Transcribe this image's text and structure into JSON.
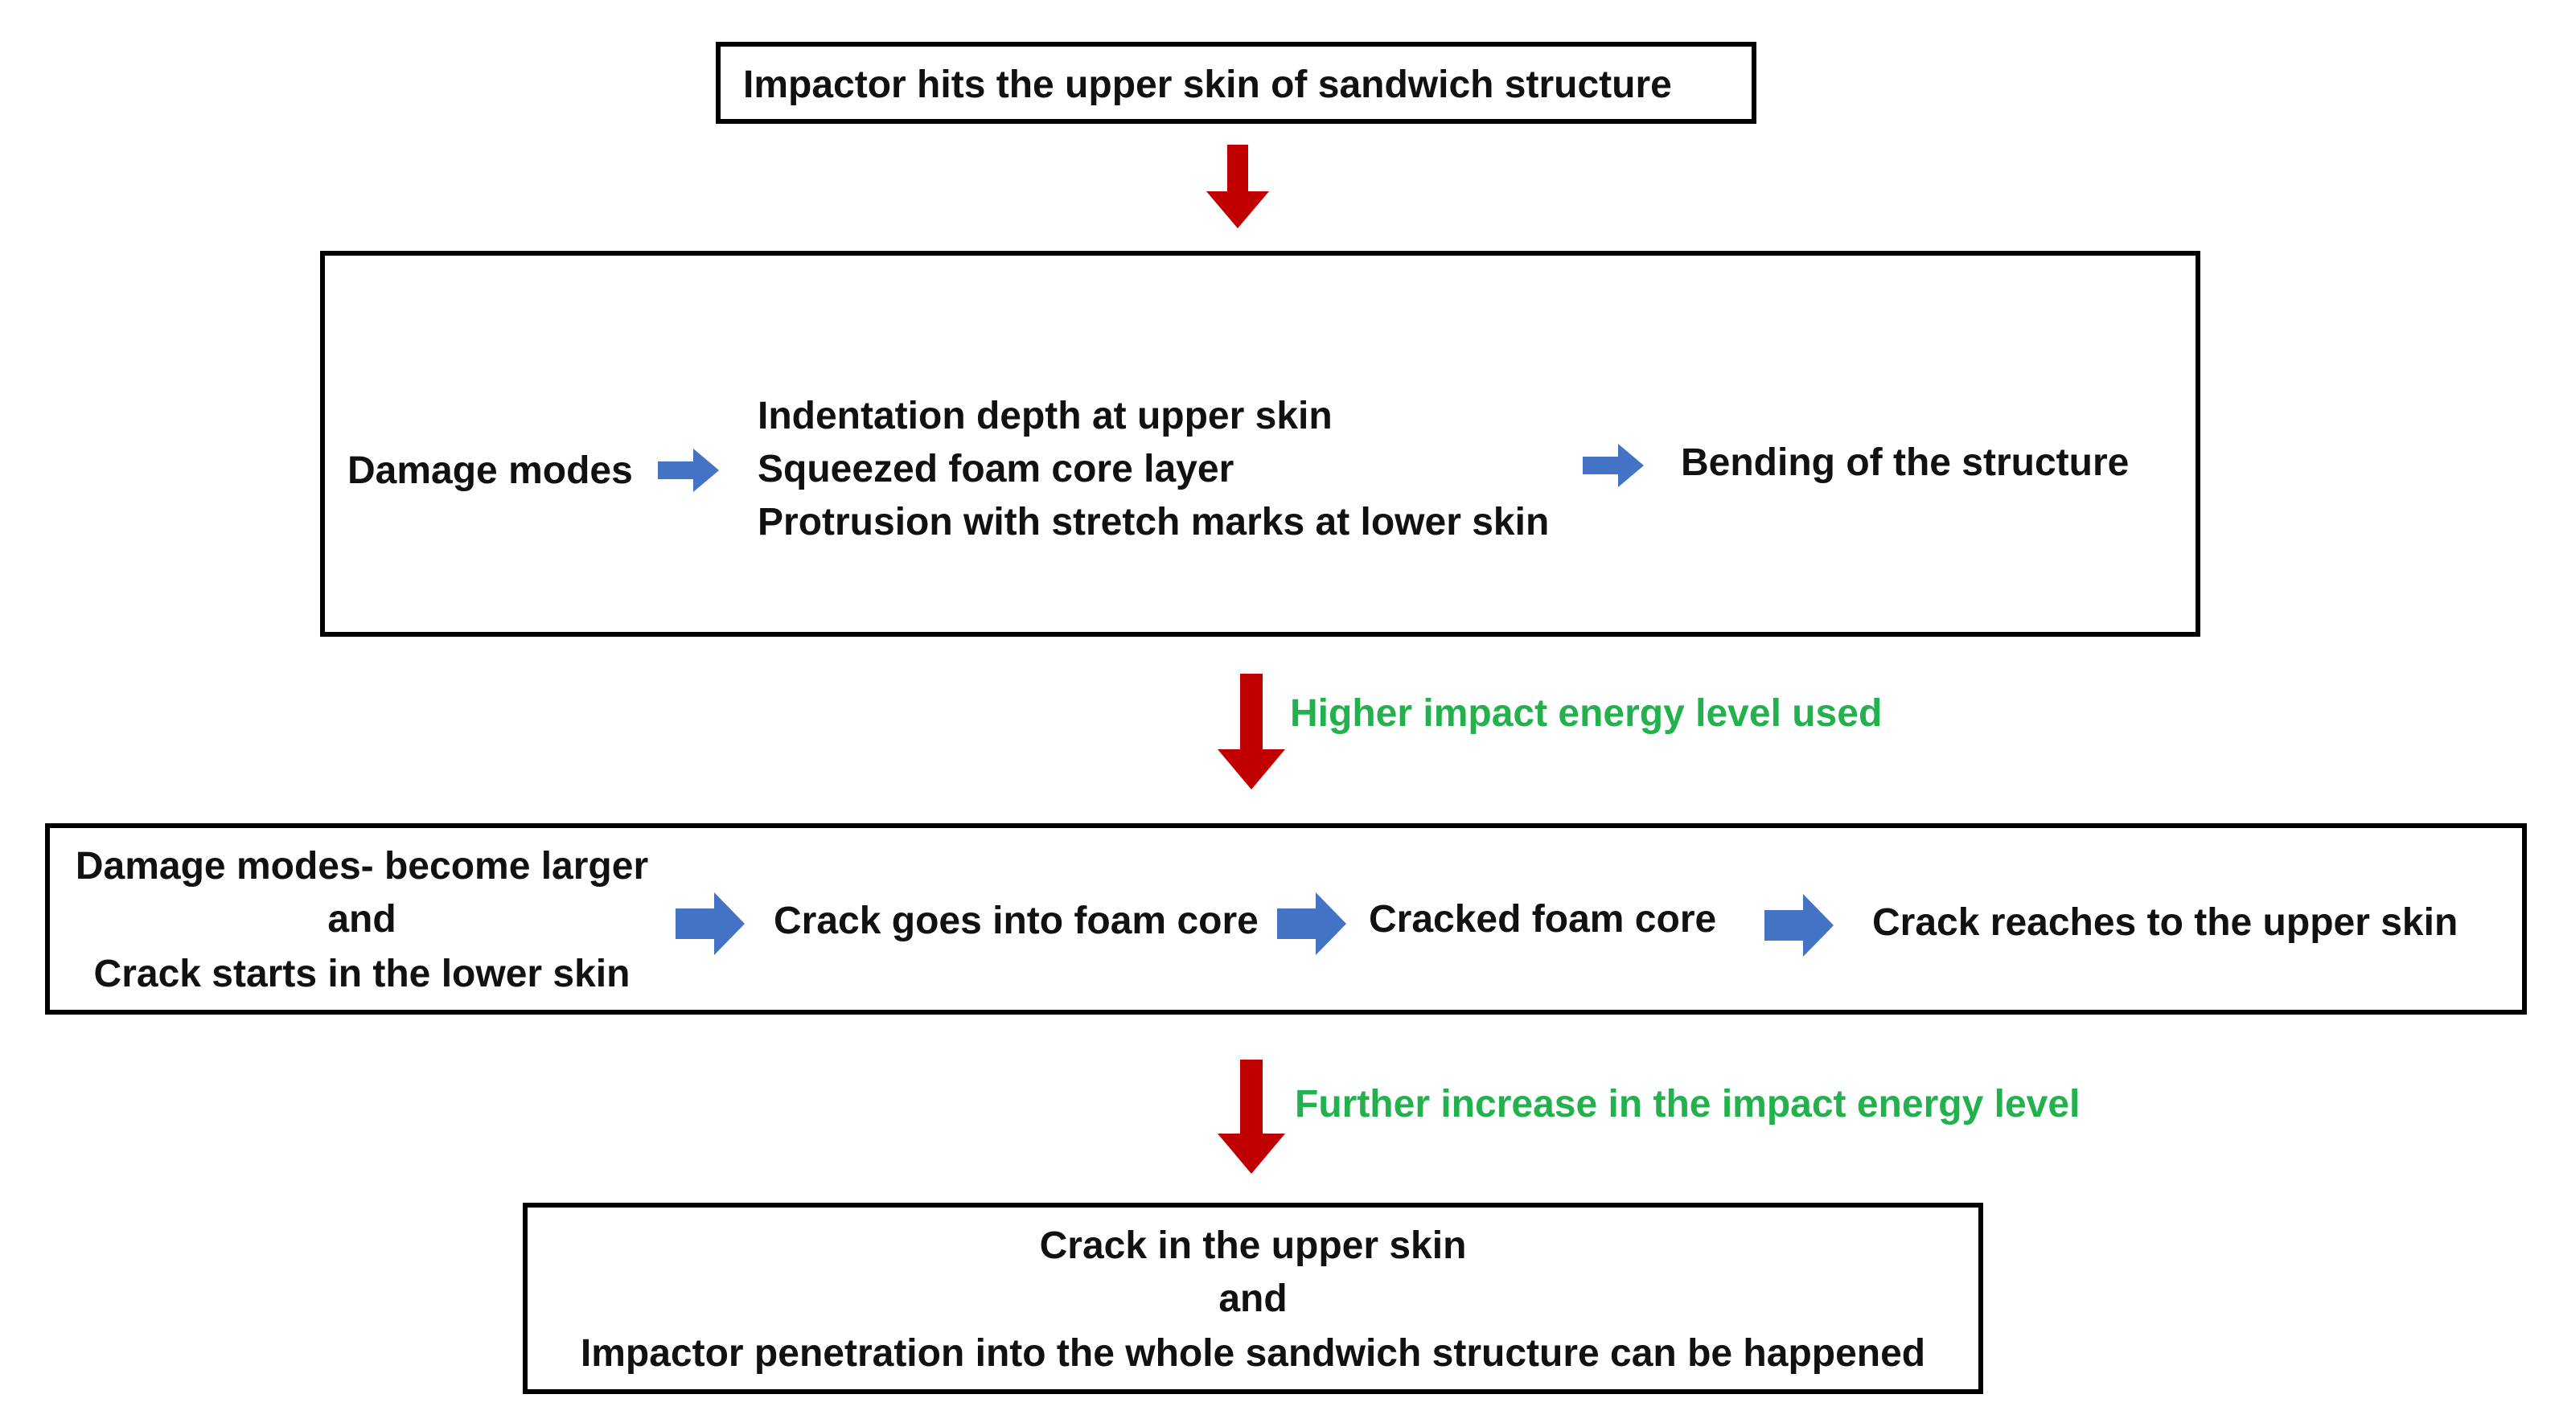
{
  "colors": {
    "down_arrow": "#c00000",
    "right_arrow": "#4472c4",
    "note_text": "#22b14c",
    "box_border": "#000000"
  },
  "step1": {
    "text": "Impactor hits the upper skin of sandwich structure"
  },
  "step2": {
    "label": "Damage modes",
    "modes": [
      "Indentation depth at upper skin",
      "Squeezed foam core layer",
      "Protrusion with stretch marks at lower skin"
    ],
    "result": "Bending of the structure"
  },
  "note1": "Higher impact energy level used",
  "step3": {
    "line1": "Damage modes- become larger",
    "line2": "and",
    "line3": "Crack starts in the lower skin",
    "stage2": "Crack goes into foam core",
    "stage3": "Cracked foam core",
    "stage4": "Crack reaches to the upper skin"
  },
  "note2": "Further increase in the impact energy level",
  "step4": {
    "line1": "Crack in the upper skin",
    "line2": "and",
    "line3": "Impactor penetration into the whole sandwich structure can be happened"
  }
}
